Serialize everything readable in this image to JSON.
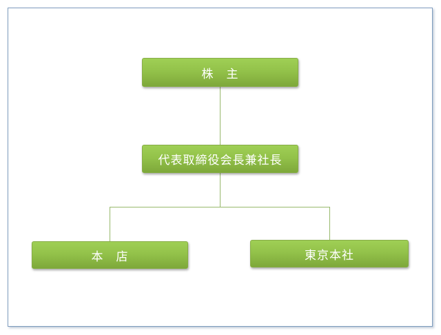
{
  "org_chart": {
    "nodes": [
      {
        "id": "shareholders",
        "label": "株　主"
      },
      {
        "id": "president",
        "label": "代表取締役会長兼社長"
      },
      {
        "id": "head_office",
        "label": "本　店"
      },
      {
        "id": "tokyo_office",
        "label": "東京本社"
      }
    ],
    "edges": [
      {
        "from": "shareholders",
        "to": "president"
      },
      {
        "from": "president",
        "to": "head_office"
      },
      {
        "from": "president",
        "to": "tokyo_office"
      }
    ],
    "colors": {
      "node_fill_top": "#9fcf55",
      "node_fill_bottom": "#7ea83a",
      "node_text": "#ffffff",
      "connector": "#97b86b",
      "frame_border": "#7d9bbd"
    }
  }
}
